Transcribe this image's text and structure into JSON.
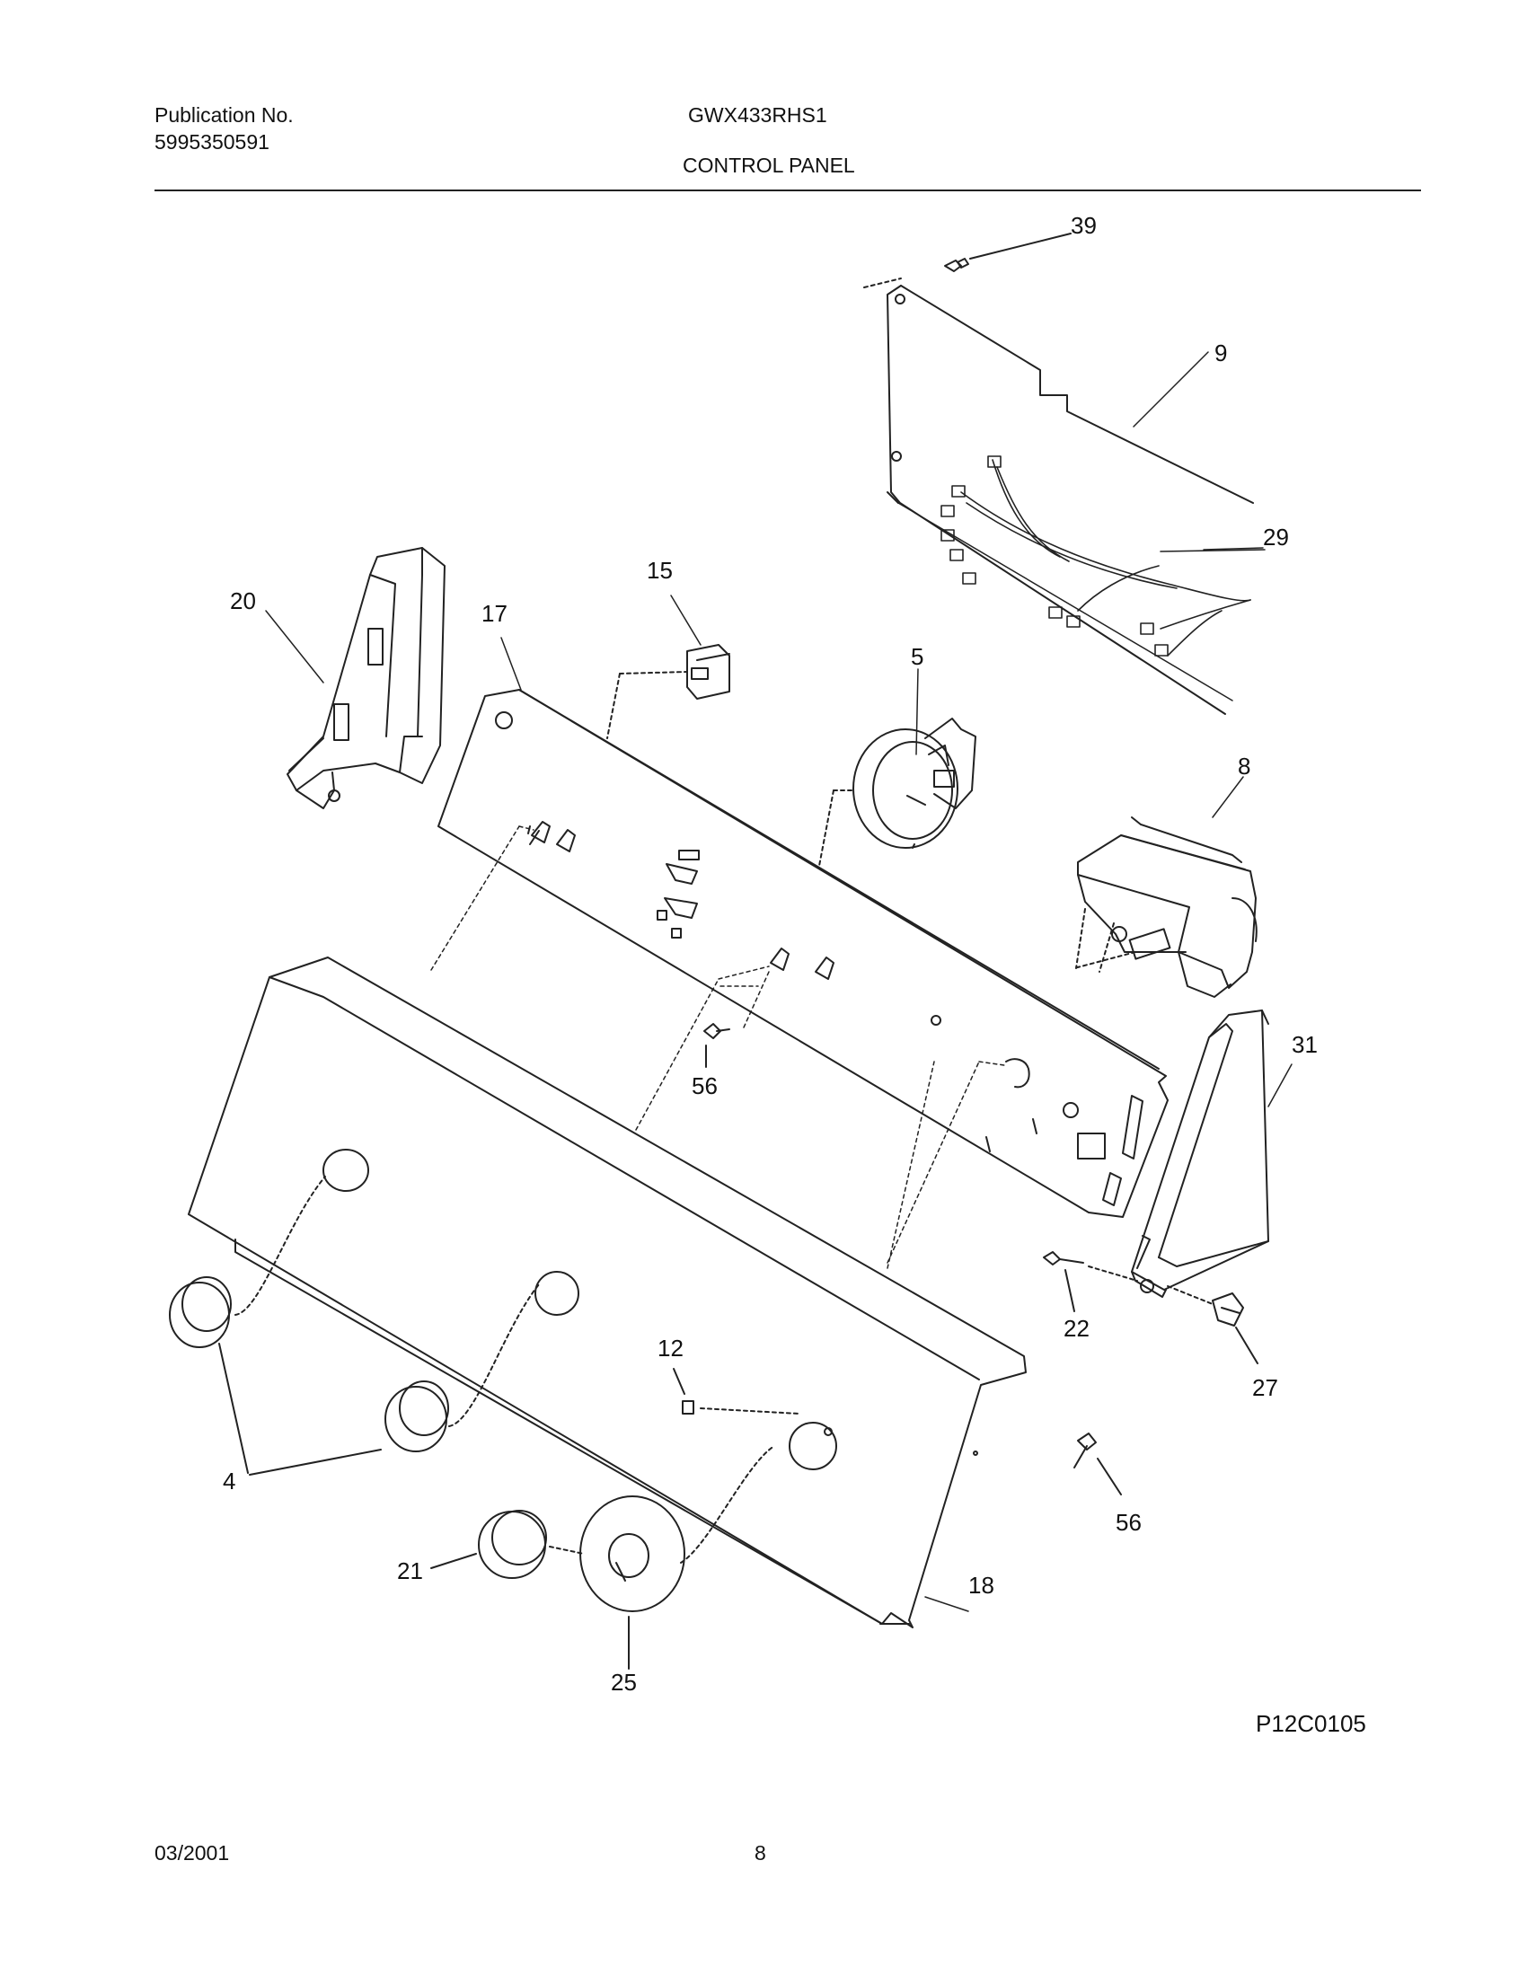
{
  "header": {
    "publication_label": "Publication No.",
    "publication_number": "5995350591",
    "model": "GWX433RHS1",
    "section_title": "CONTROL PANEL"
  },
  "callouts": {
    "c39": "39",
    "c9": "9",
    "c29": "29",
    "c20": "20",
    "c15": "15",
    "c17": "17",
    "c5": "5",
    "c8": "8",
    "c31": "31",
    "c56a": "56",
    "c22": "22",
    "c27": "27",
    "c12": "12",
    "c4": "4",
    "c56b": "56",
    "c18": "18",
    "c21": "21",
    "c25": "25"
  },
  "figure_code": "P12C0105",
  "footer": {
    "date": "03/2001",
    "page_number": "8"
  }
}
